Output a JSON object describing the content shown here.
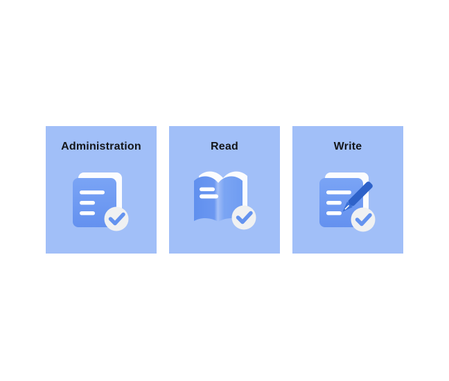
{
  "page": {
    "background": "#ffffff",
    "description_text": ""
  },
  "colors": {
    "card_bg": "#a1bff8",
    "icon_blue_top": "#7aa4f5",
    "icon_blue_bottom": "#6491ef",
    "back_white": "#fbfcfe",
    "badge_bg": "#f0f1f2",
    "check_blue": "#6493ef",
    "pen_blue": "#2e62c9",
    "pen_nib_blue": "#3a70d6",
    "title_color": "#14161a"
  },
  "cards": [
    {
      "title": "Administration",
      "icon": "document-check-icon"
    },
    {
      "title": "Read",
      "icon": "open-book-check-icon"
    },
    {
      "title": "Write",
      "icon": "document-pen-check-icon"
    }
  ]
}
